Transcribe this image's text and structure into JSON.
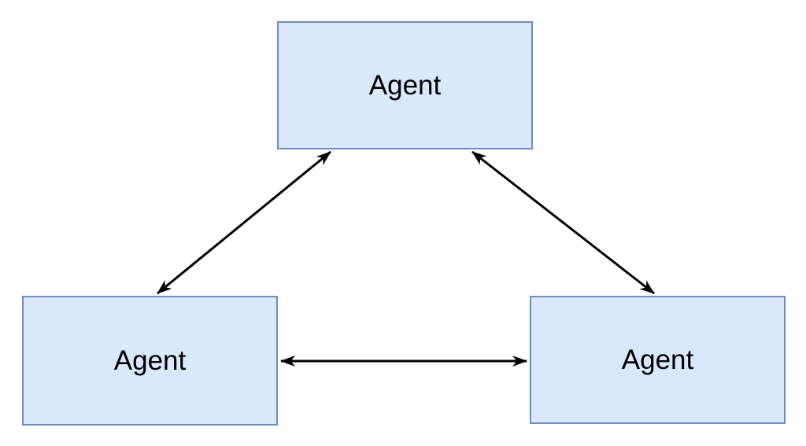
{
  "diagram": {
    "title": "three-agent bidirectional communication diagram",
    "colors": {
      "background": "#ffffff",
      "node_fill": "#dae8fc",
      "node_border": "#6c8ebf",
      "label_color": "#000000",
      "arrow_color": "#000000"
    },
    "nodes": [
      {
        "id": "agent-top",
        "label": "Agent",
        "position": "top-center"
      },
      {
        "id": "agent-bottom-left",
        "label": "Agent",
        "position": "bottom-left"
      },
      {
        "id": "agent-bottom-right",
        "label": "Agent",
        "position": "bottom-right"
      }
    ],
    "edges": [
      {
        "from": "agent-top",
        "to": "agent-bottom-left",
        "type": "bidirectional-arrow"
      },
      {
        "from": "agent-top",
        "to": "agent-bottom-right",
        "type": "bidirectional-arrow"
      },
      {
        "from": "agent-bottom-left",
        "to": "agent-bottom-right",
        "type": "bidirectional-arrow"
      }
    ]
  }
}
